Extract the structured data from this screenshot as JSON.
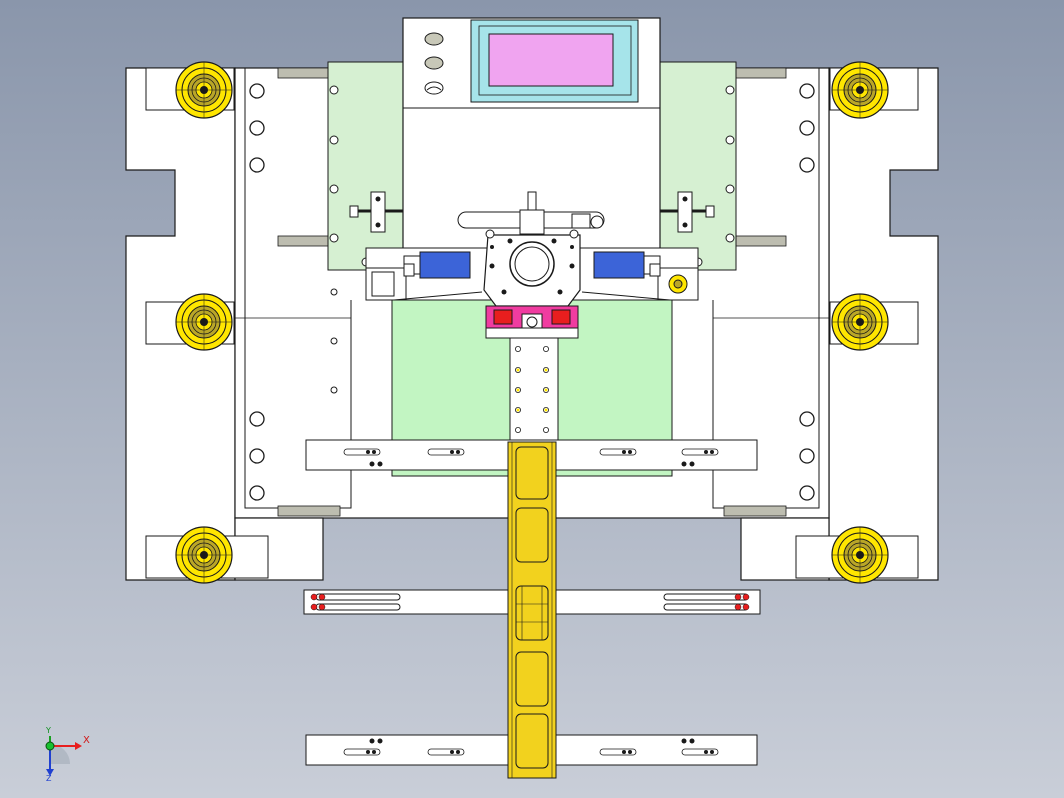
{
  "viewport": {
    "background_top": "#8a96ab",
    "background_bottom": "#c9ced8"
  },
  "colors": {
    "outline": "#1a1a1a",
    "plate": "#ffffff",
    "green_plate": "#d6f0d2",
    "green_light": "#c2f5c2",
    "yellow_roller": "#ffe600",
    "yellow_strip": "#f2d21e",
    "blue_cylinder": "#3c64d8",
    "lcd_screen": "#f0a4f0",
    "lcd_frame": "#a6e4ea",
    "magenta_block": "#f03ca0",
    "red_part": "#e81e1e",
    "grey_slot": "#bdbdb0"
  },
  "axis_triad": {
    "x_label": "X",
    "y_label": "Y",
    "z_label": "Z"
  }
}
